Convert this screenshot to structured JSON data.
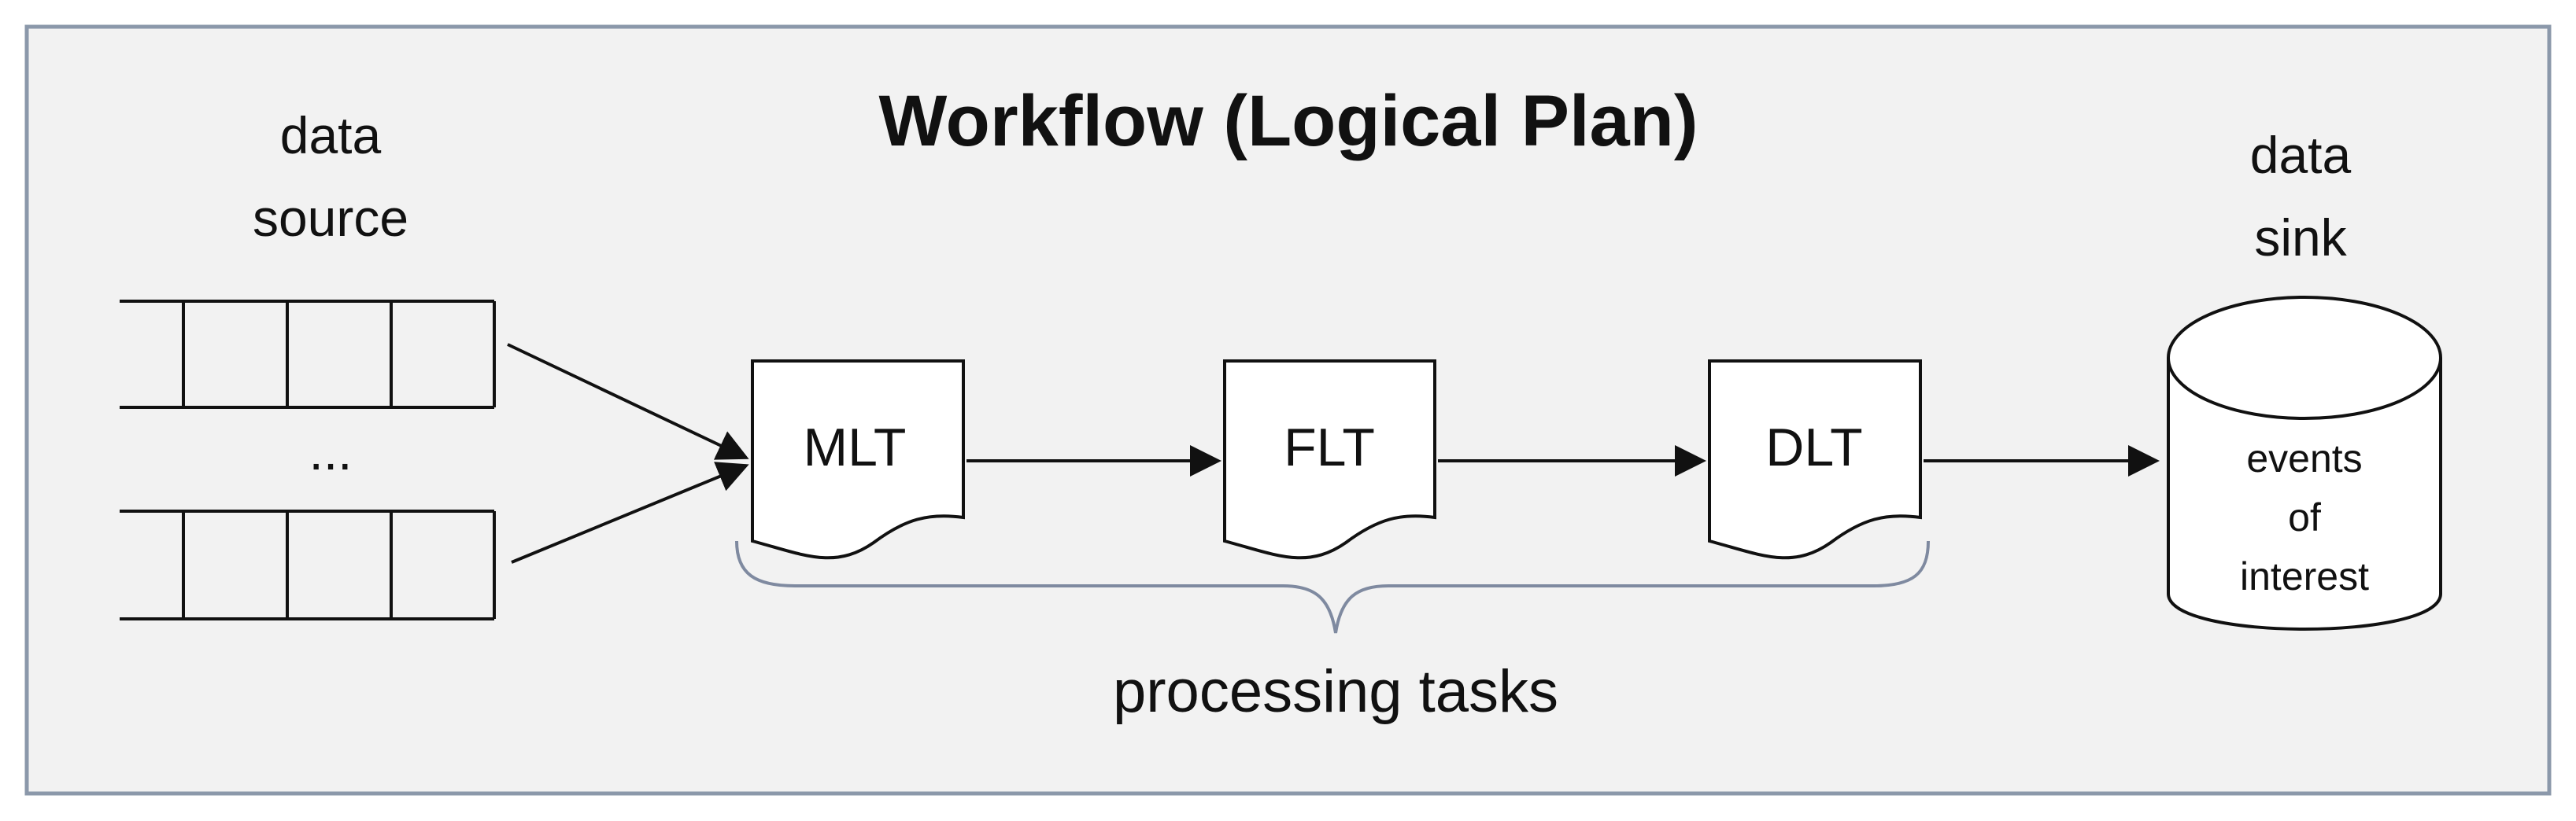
{
  "title": "Workflow (Logical Plan)",
  "source": {
    "line1": "data",
    "line2": "source",
    "ellipsis": "..."
  },
  "sink": {
    "line1": "data",
    "line2": "sink",
    "events_line1": "events",
    "events_line2": "of",
    "events_line3": "interest"
  },
  "tasks": [
    {
      "label": "MLT"
    },
    {
      "label": "FLT"
    },
    {
      "label": "DLT"
    }
  ],
  "tasks_caption": "processing tasks",
  "colors": {
    "background": "#f2f2f2",
    "border": "#8b98aa",
    "stroke": "#111111",
    "bracket": "#7f8aa0"
  }
}
